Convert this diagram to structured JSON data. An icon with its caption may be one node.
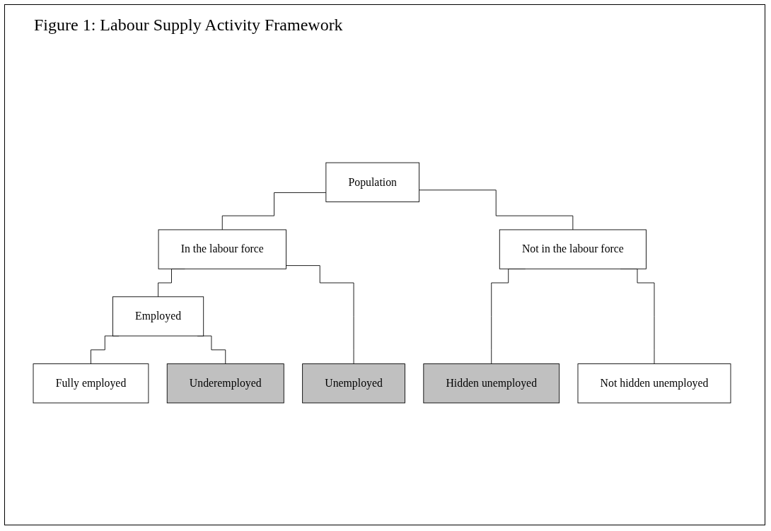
{
  "diagram": {
    "title": "Figure 1: Labour Supply Activity Framework",
    "nodes": [
      {
        "text": [
          "Population"
        ]
      },
      {
        "text": [
          "In the labour force"
        ]
      },
      {
        "text": [
          "Not in the labour force"
        ]
      },
      {
        "text": [
          "Employed"
        ]
      },
      {
        "text": [
          "Fully employed"
        ]
      },
      {
        "text": [
          "Underemployed"
        ]
      },
      {
        "text": [
          "Unemployed"
        ]
      },
      {
        "text": [
          "Hidden unemployed"
        ]
      },
      {
        "text": [
          "Not hidden unemployed"
        ]
      }
    ],
    "edges": [
      {
        "from": 0,
        "to": 1,
        "arrow": "none"
      },
      {
        "from": 0,
        "to": 2,
        "arrow": "none"
      },
      {
        "from": 1,
        "to": 3,
        "arrow": "none"
      },
      {
        "from": 1,
        "to": 6,
        "arrow": "none"
      },
      {
        "from": 3,
        "to": 4,
        "arrow": "none"
      },
      {
        "from": 3,
        "to": 5,
        "arrow": "none"
      },
      {
        "from": 2,
        "to": 7,
        "arrow": "none"
      },
      {
        "from": 2,
        "to": 8,
        "arrow": "none"
      }
    ]
  }
}
